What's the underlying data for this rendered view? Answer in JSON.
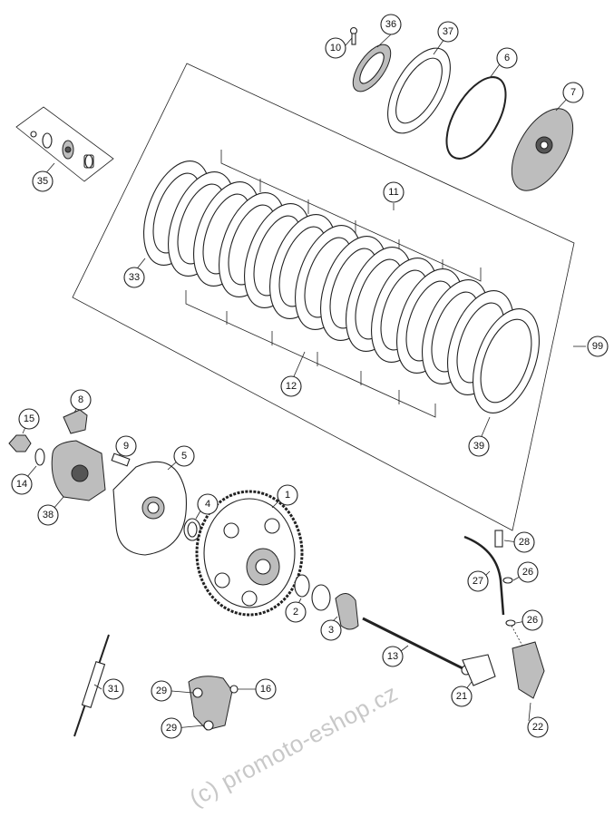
{
  "diagram": {
    "watermark": "(c) promoto-eshop.cz",
    "callouts": {
      "c1": "1",
      "c2": "2",
      "c3": "3",
      "c4": "4",
      "c5": "5",
      "c6": "6",
      "c7": "7",
      "c8": "8",
      "c9": "9",
      "c10": "10",
      "c11": "11",
      "c12": "12",
      "c13": "13",
      "c14": "14",
      "c15": "15",
      "c16": "16",
      "c21": "21",
      "c22": "22",
      "c26a": "26",
      "c26b": "26",
      "c27": "27",
      "c28": "28",
      "c29a": "29",
      "c29b": "29",
      "c31": "31",
      "c33": "33",
      "c35": "35",
      "c36": "36",
      "c37": "37",
      "c38": "38",
      "c39": "39",
      "c99": "99"
    }
  }
}
